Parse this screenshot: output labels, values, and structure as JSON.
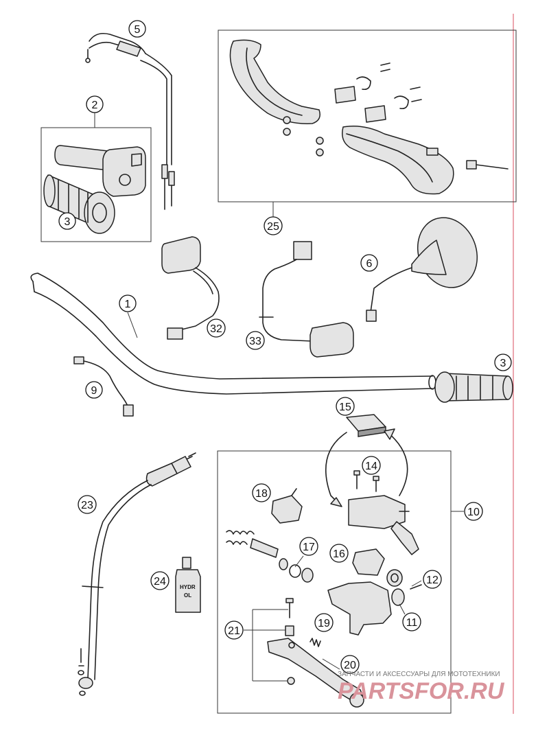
{
  "callouts": {
    "c1": "1",
    "c2": "2",
    "c3a": "3",
    "c3b": "3",
    "c5": "5",
    "c6": "6",
    "c9": "9",
    "c10": "10",
    "c11": "11",
    "c12": "12",
    "c14": "14",
    "c15": "15",
    "c16": "16",
    "c17": "17",
    "c18": "18",
    "c19": "19",
    "c20": "20",
    "c21": "21",
    "c23": "23",
    "c24": "24",
    "c25": "25",
    "c32": "32",
    "c33": "33"
  },
  "bottle_label": {
    "line1": "HYDR",
    "line2": "OL"
  },
  "watermark": {
    "tagline": "ЗАПЧАСТИ И АКСЕССУАРЫ ДЛЯ МОТОТЕХНИКИ",
    "logo": "PARTSFOR.RU"
  },
  "colors": {
    "line": "#222222",
    "watermark_logo": "#d9939b",
    "edge_rule": "#e06b78"
  }
}
